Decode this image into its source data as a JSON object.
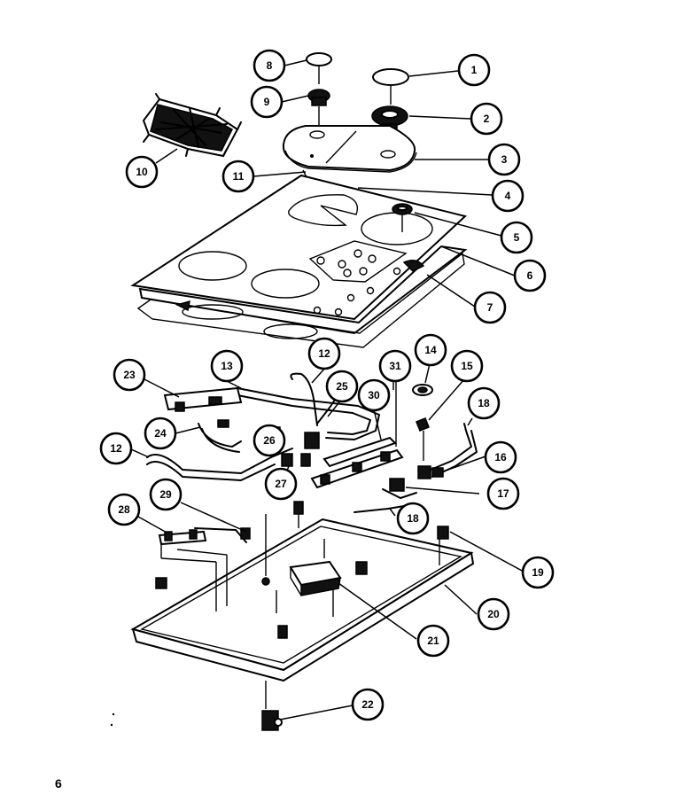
{
  "page_number": "6",
  "callouts": [
    {
      "id": "c1",
      "label": "1"
    },
    {
      "id": "c2",
      "label": "2"
    },
    {
      "id": "c3",
      "label": "3"
    },
    {
      "id": "c4",
      "label": "4"
    },
    {
      "id": "c5",
      "label": "5"
    },
    {
      "id": "c6",
      "label": "6"
    },
    {
      "id": "c7",
      "label": "7"
    },
    {
      "id": "c8",
      "label": "8"
    },
    {
      "id": "c9",
      "label": "9"
    },
    {
      "id": "c10",
      "label": "10"
    },
    {
      "id": "c11",
      "label": "11"
    },
    {
      "id": "c12a",
      "label": "12"
    },
    {
      "id": "c12b",
      "label": "12"
    },
    {
      "id": "c13",
      "label": "13"
    },
    {
      "id": "c14",
      "label": "14"
    },
    {
      "id": "c15",
      "label": "15"
    },
    {
      "id": "c16",
      "label": "16"
    },
    {
      "id": "c17",
      "label": "17"
    },
    {
      "id": "c18a",
      "label": "18"
    },
    {
      "id": "c18b",
      "label": "18"
    },
    {
      "id": "c19",
      "label": "19"
    },
    {
      "id": "c20",
      "label": "20"
    },
    {
      "id": "c21",
      "label": "21"
    },
    {
      "id": "c22",
      "label": "22"
    },
    {
      "id": "c23",
      "label": "23"
    },
    {
      "id": "c24",
      "label": "24"
    },
    {
      "id": "c25",
      "label": "25"
    },
    {
      "id": "c26",
      "label": "26"
    },
    {
      "id": "c27",
      "label": "27"
    },
    {
      "id": "c28",
      "label": "28"
    },
    {
      "id": "c29",
      "label": "29"
    },
    {
      "id": "c30",
      "label": "30"
    },
    {
      "id": "c31",
      "label": "31"
    }
  ]
}
